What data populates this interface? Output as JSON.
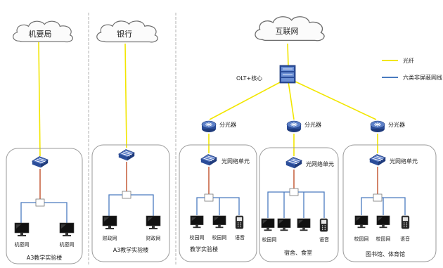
{
  "clouds": {
    "c1": "机要局",
    "c2": "银行",
    "c3": "互联网"
  },
  "core": {
    "label": "OLT+核心"
  },
  "legend": {
    "fiber": {
      "label": "光纤",
      "color": "#f2e600"
    },
    "utp": {
      "label": "六类非屏蔽网线",
      "color": "#4a7bbf"
    }
  },
  "colors": {
    "copper": "#c0502a",
    "device_blue": "#2b4d9a",
    "panel_border": "#9a9a9a",
    "divider": "#b0b0b0"
  },
  "panels": {
    "p1": {
      "title": "A3教学实验楼",
      "terms": [
        "机密网",
        "机密网"
      ]
    },
    "p2": {
      "title": "A3教学实验楼",
      "terms": [
        "财政网",
        "财政网"
      ]
    },
    "p3": {
      "title": "教学实验楼",
      "splitter": "分光器",
      "onu": "光网络单元",
      "terms": [
        "校园网",
        "校园网",
        "语音"
      ]
    },
    "p4": {
      "title": "宿舍、食堂",
      "splitter": "分光器",
      "onu": "光网络单元",
      "terms": [
        "校园网",
        "",
        "",
        "语音"
      ]
    },
    "p5": {
      "title": "图书馆、体育馆",
      "splitter": "分光器",
      "onu": "光网络单元",
      "terms": [
        "校园网",
        "校园网",
        "语音"
      ]
    }
  }
}
